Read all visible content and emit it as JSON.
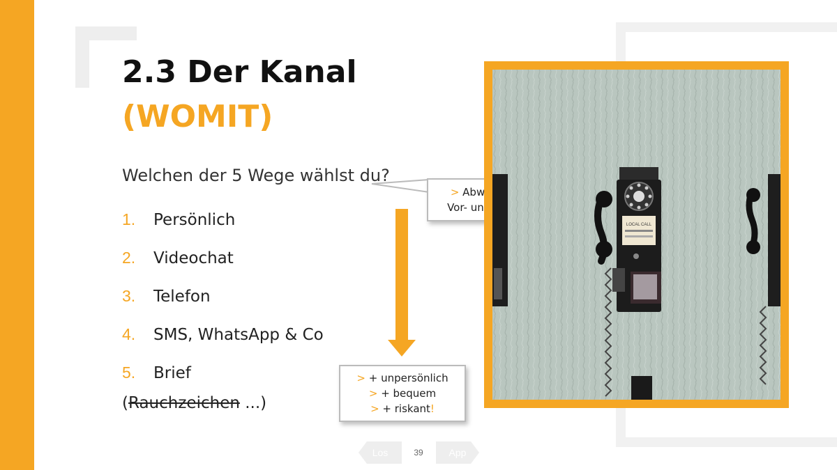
{
  "slide": {
    "title": "2.3 Der Kanal",
    "subtitle": "(WOMIT)",
    "question": "Welchen der 5 Wege wählst du?",
    "items": [
      {
        "num": "1.",
        "text": "Persönlich"
      },
      {
        "num": "2.",
        "text": "Videochat"
      },
      {
        "num": "3.",
        "text": "Telefon"
      },
      {
        "num": "4.",
        "text": "SMS, WhatsApp & Co"
      },
      {
        "num": "5.",
        "text": "Brief"
      }
    ],
    "footnote": {
      "open": "(",
      "struck": "Rauchzeichen",
      "rest": " ...)"
    }
  },
  "callout_top": {
    "marker": ">",
    "line1": " Abwägung aller",
    "line2": "Vor- und Nachteile!"
  },
  "callout_bottom": {
    "marker": ">",
    "line1": " + unpersönlich",
    "line2": " + bequem",
    "line3": " + riskant",
    "excl": "!"
  },
  "nav": {
    "prev_label": "Los",
    "page_number": "39",
    "next_label": "App"
  },
  "colors": {
    "accent": "#f5a623",
    "deco_gray": "#eeeeee",
    "nav_gray": "#eeeeee"
  },
  "photo": {
    "subject": "payphone-icon",
    "sign_text": "LOCAL CALL"
  }
}
